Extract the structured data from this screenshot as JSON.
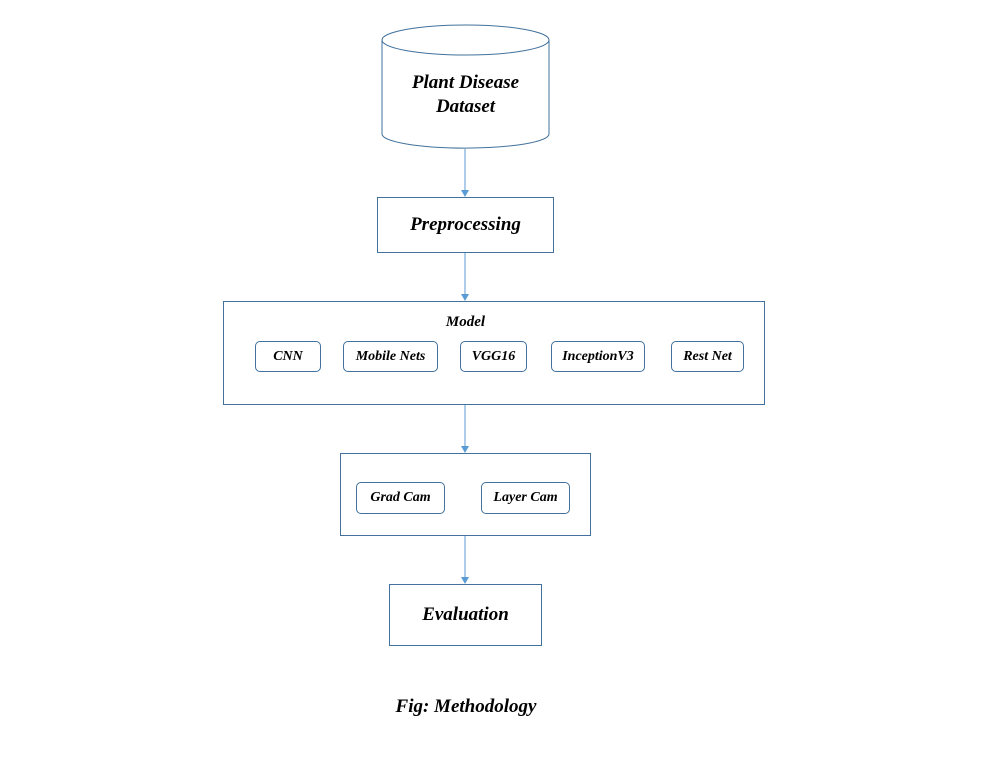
{
  "colors": {
    "stroke": "#41719c",
    "arrow": "#5b9bd5",
    "text": "#000000",
    "background": "#ffffff"
  },
  "dataset": {
    "line1": "Plant Disease",
    "line2": "Dataset"
  },
  "preprocessing": {
    "label": "Preprocessing"
  },
  "model": {
    "title": "Model",
    "items": [
      "CNN",
      "Mobile Nets",
      "VGG16",
      "InceptionV3",
      "Rest Net"
    ]
  },
  "explain": {
    "items": [
      "Grad Cam",
      "Layer Cam"
    ]
  },
  "evaluation": {
    "label": "Evaluation"
  },
  "caption": "Fig: Methodology"
}
